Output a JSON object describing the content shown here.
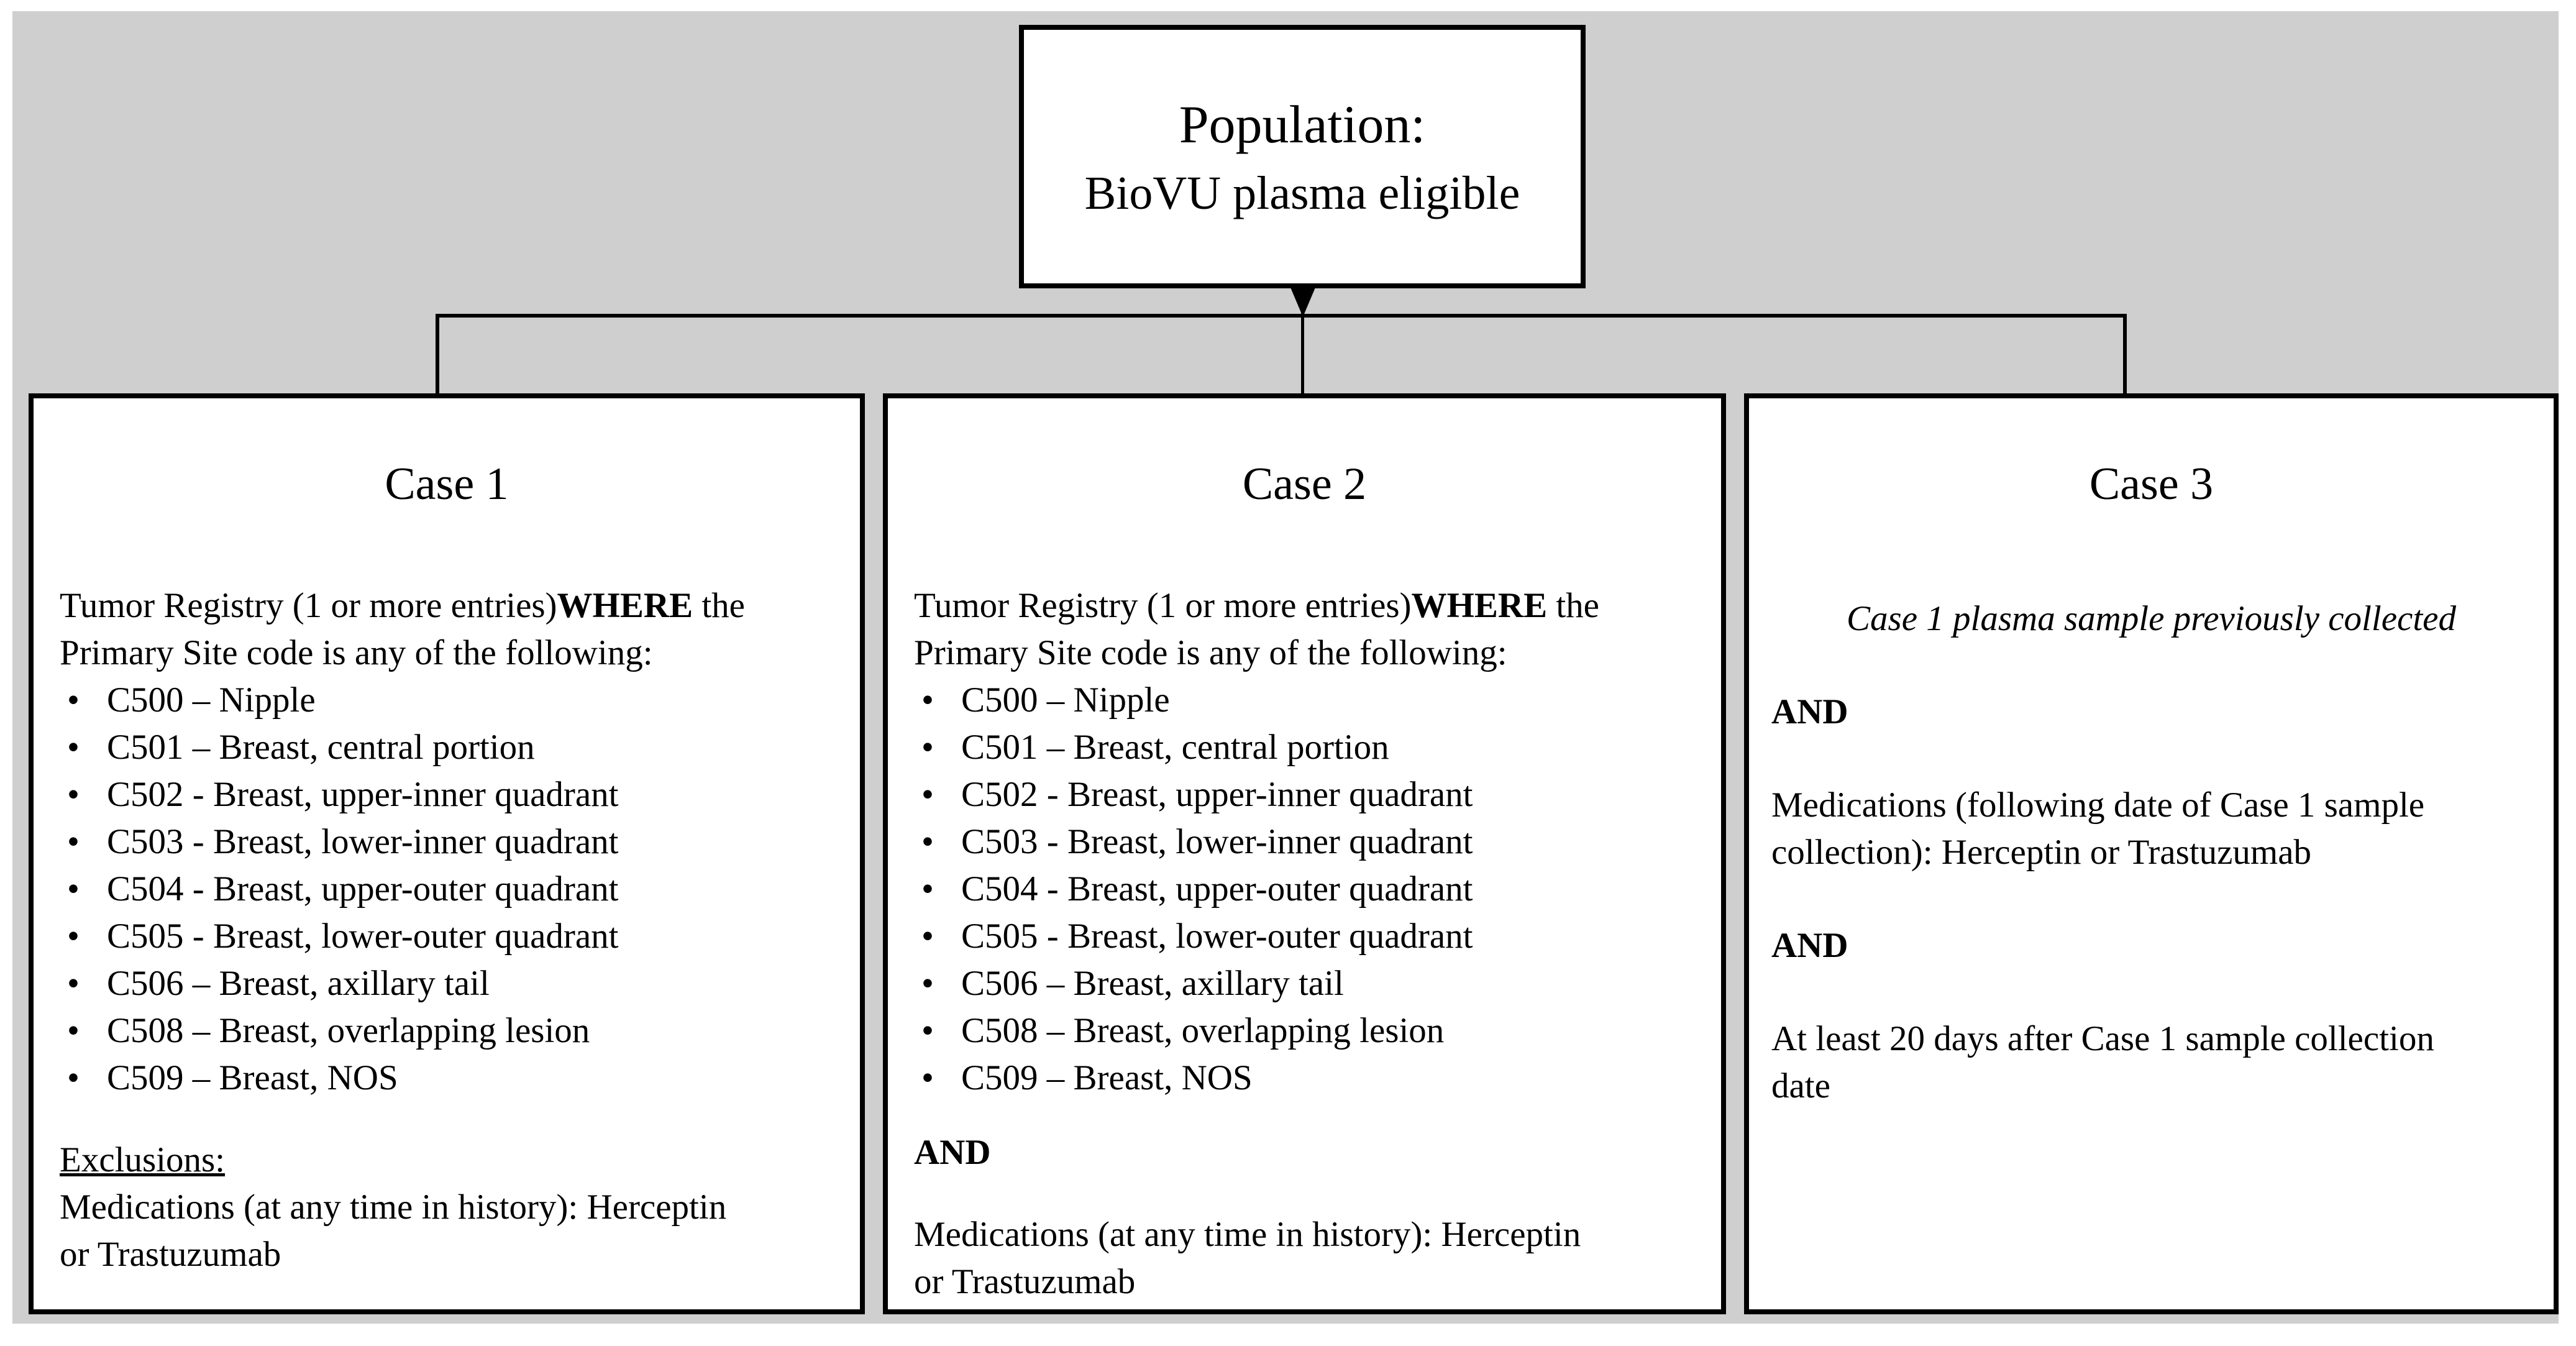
{
  "diagram": {
    "population": {
      "title": "Population:",
      "subtitle": "BioVU plasma eligible"
    },
    "case1": {
      "title": "Case 1",
      "intro_pre": "Tumor Registry (1 or more entries)",
      "intro_bold": "WHERE",
      "intro_after": " the",
      "intro_line2": "Primary Site code is any of the following:",
      "bullets": [
        "C500 – Nipple",
        "C501 – Breast, central portion",
        "C502 - Breast, upper-inner quadrant",
        "C503 - Breast, lower-inner quadrant",
        "C504 - Breast, upper-outer quadrant",
        "C505 - Breast, lower-outer quadrant",
        "C506 – Breast, axillary tail",
        "C508 – Breast, overlapping lesion",
        "C509 – Breast, NOS"
      ],
      "exclusions_label": "Exclusions:",
      "exclusions_line1": "Medications (at any time in history): Herceptin",
      "exclusions_line2": "or Trastuzumab"
    },
    "case2": {
      "title": "Case 2",
      "intro_pre": "Tumor Registry (1 or more entries)",
      "intro_bold": "WHERE",
      "intro_after": " the",
      "intro_line2": "Primary Site code is any of the following:",
      "bullets": [
        "C500 – Nipple",
        "C501 – Breast, central portion",
        "C502 - Breast, upper-inner quadrant",
        "C503 - Breast, lower-inner quadrant",
        "C504 - Breast, upper-outer quadrant",
        "C505 - Breast, lower-outer quadrant",
        "C506 – Breast, axillary tail",
        "C508 – Breast, overlapping lesion",
        "C509 – Breast, NOS"
      ],
      "and_label": "AND",
      "medications_line1": "Medications (at any time in history): Herceptin",
      "medications_line2": "or Trastuzumab"
    },
    "case3": {
      "title": "Case 3",
      "condition": "Case 1 plasma sample previously collected",
      "and1": "AND",
      "medications_line1": "Medications (following date of Case 1 sample",
      "medications_line2": "collection): Herceptin or Trastuzumab",
      "and2": "AND",
      "timing_line1": "At least 20 days after Case 1 sample collection",
      "timing_line2": "date"
    },
    "colors": {
      "background": "#d0cfcf",
      "box_fill": "#ffffff",
      "line": "#000000"
    }
  }
}
